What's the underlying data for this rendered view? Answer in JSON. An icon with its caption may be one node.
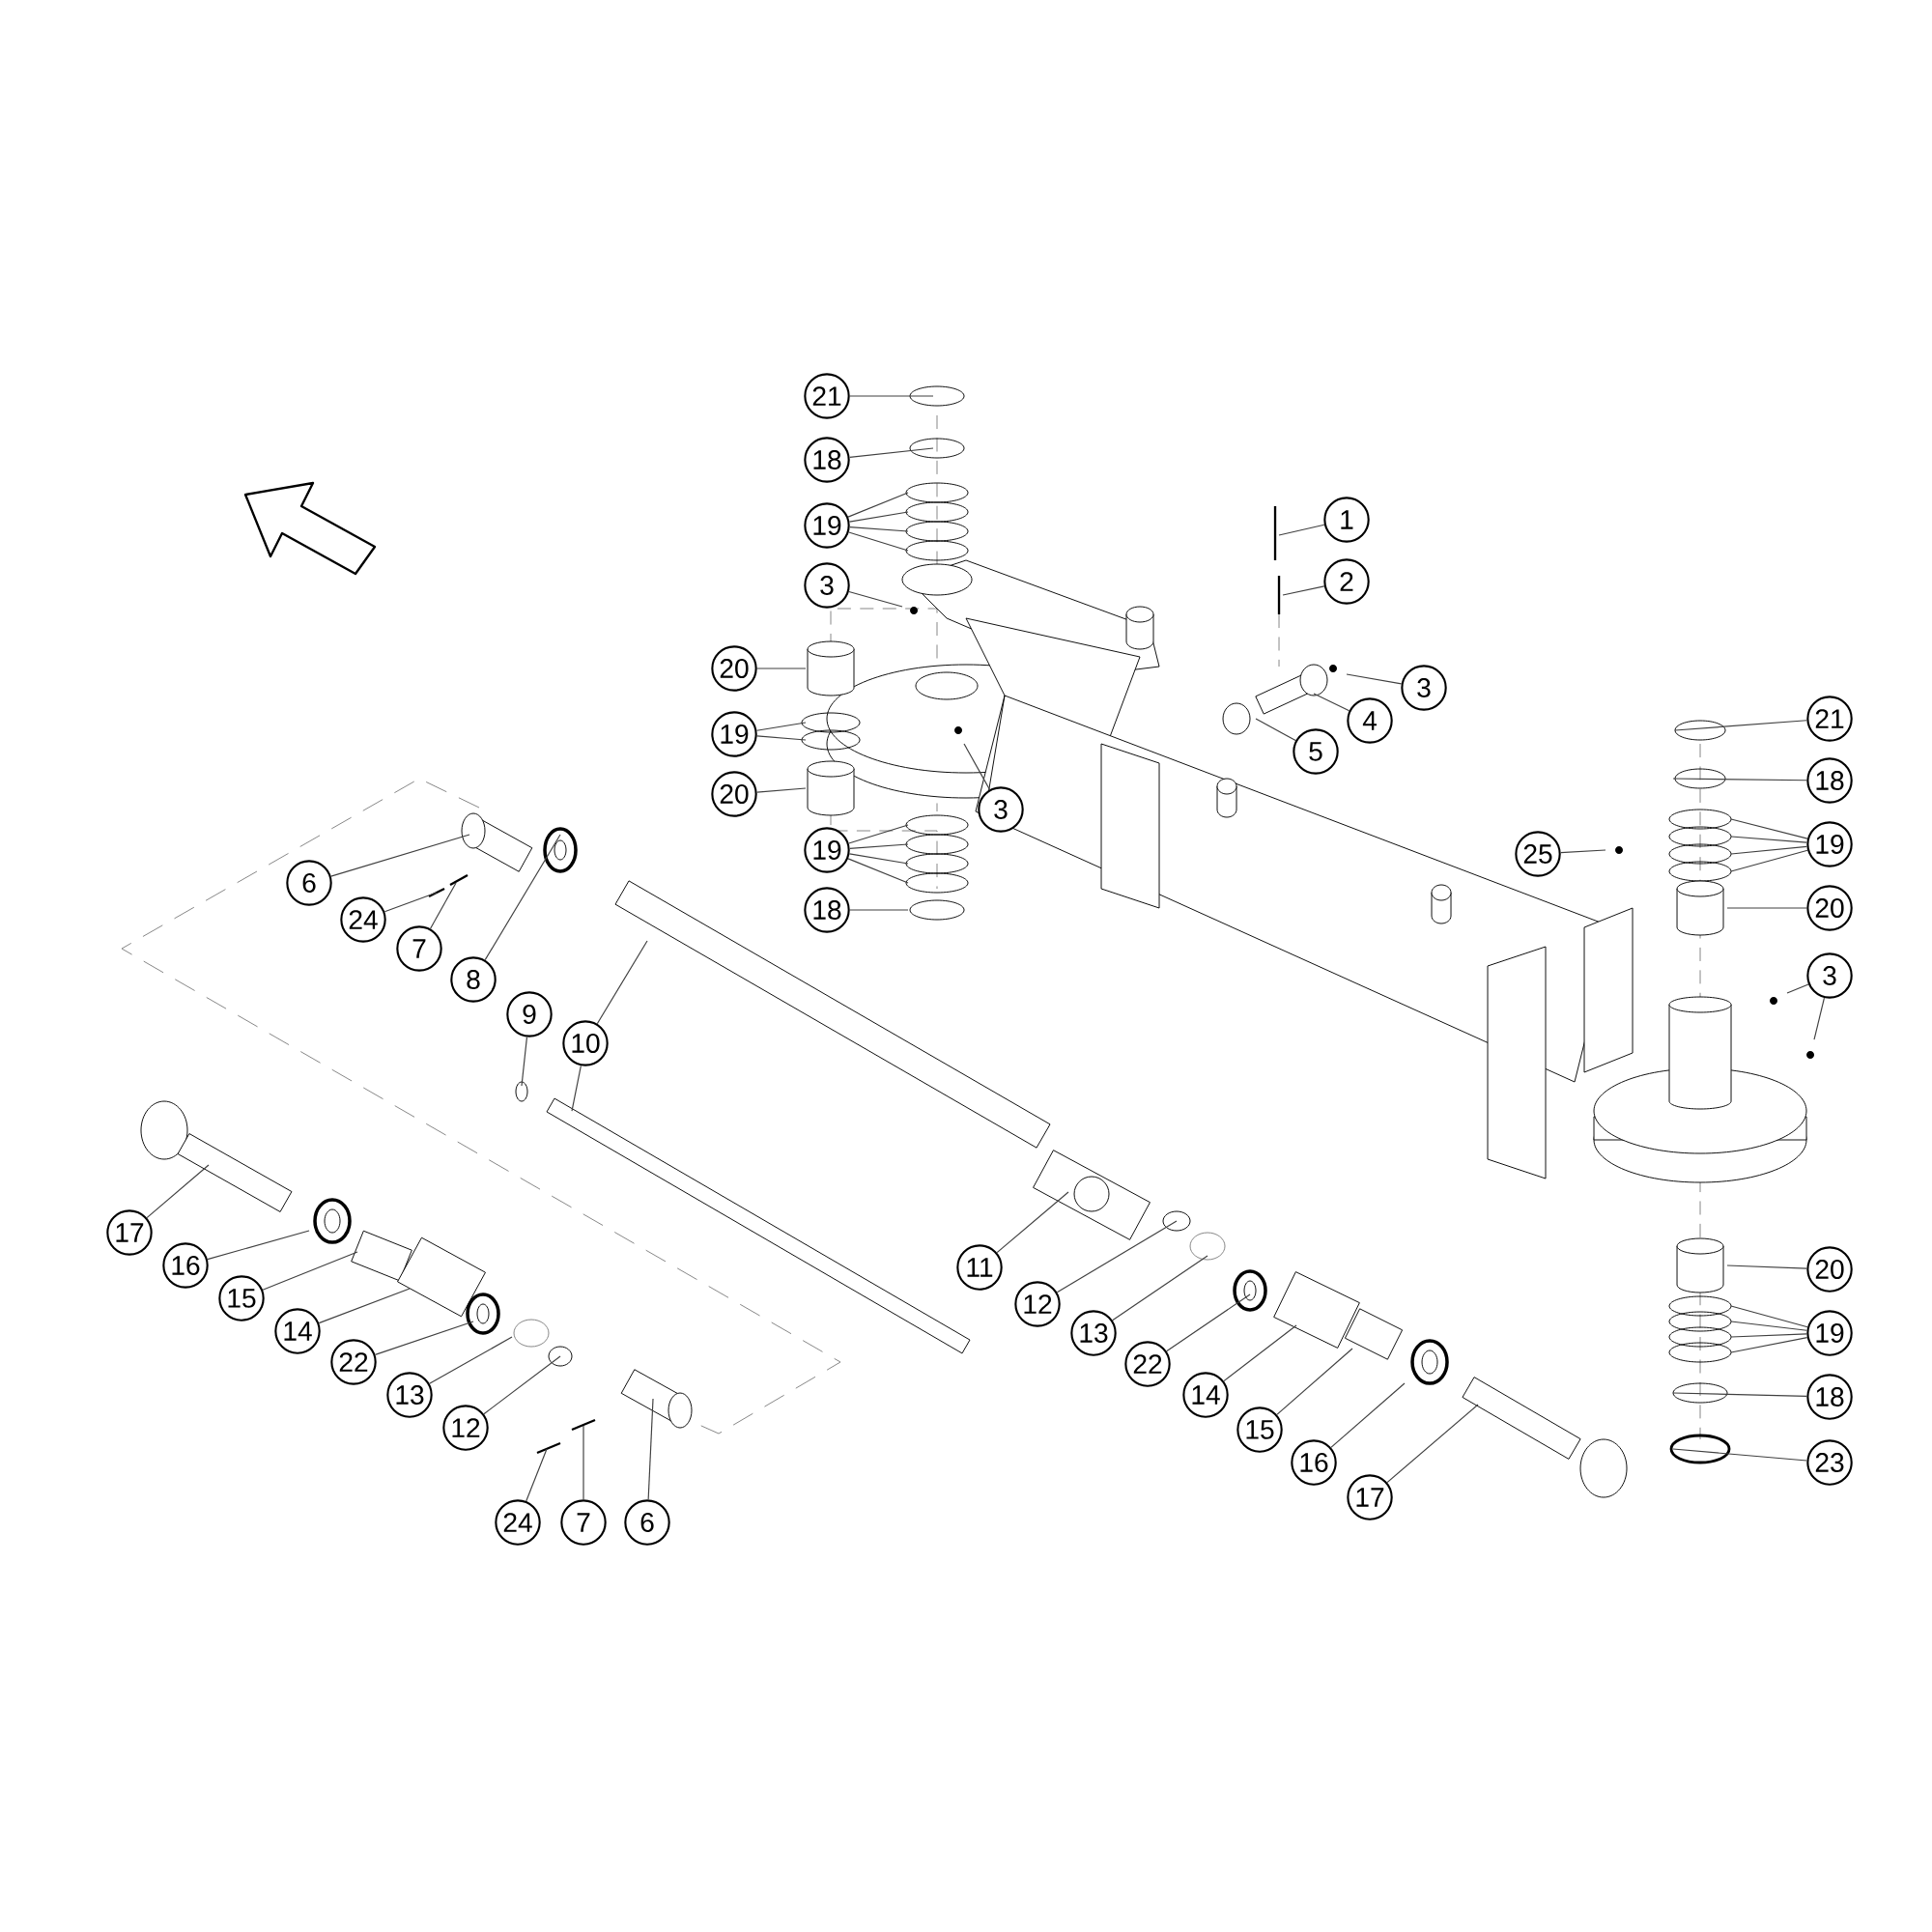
{
  "diagram": {
    "nodes": [
      {
        "text": [
          "21"
        ]
      },
      {
        "text": [
          "18"
        ]
      },
      {
        "text": [
          "1"
        ]
      },
      {
        "text": [
          "19"
        ]
      },
      {
        "text": [
          "2"
        ]
      },
      {
        "text": [
          "3"
        ]
      },
      {
        "text": [
          "20"
        ]
      },
      {
        "text": [
          "3"
        ]
      },
      {
        "text": [
          "4"
        ]
      },
      {
        "text": [
          "21"
        ]
      },
      {
        "text": [
          "19"
        ]
      },
      {
        "text": [
          "5"
        ]
      },
      {
        "text": [
          "18"
        ]
      },
      {
        "text": [
          "20"
        ]
      },
      {
        "text": [
          "3"
        ]
      },
      {
        "text": [
          "19"
        ]
      },
      {
        "text": [
          "19"
        ]
      },
      {
        "text": [
          "25"
        ]
      },
      {
        "text": [
          "6"
        ]
      },
      {
        "text": [
          "20"
        ]
      },
      {
        "text": [
          "18"
        ]
      },
      {
        "text": [
          "24"
        ]
      },
      {
        "text": [
          "7"
        ]
      },
      {
        "text": [
          "3"
        ]
      },
      {
        "text": [
          "8"
        ]
      },
      {
        "text": [
          "9"
        ]
      },
      {
        "text": [
          "10"
        ]
      },
      {
        "text": [
          "17"
        ]
      },
      {
        "text": [
          "16"
        ]
      },
      {
        "text": [
          "20"
        ]
      },
      {
        "text": [
          "11"
        ]
      },
      {
        "text": [
          "15"
        ]
      },
      {
        "text": [
          "12"
        ]
      },
      {
        "text": [
          "14"
        ]
      },
      {
        "text": [
          "13"
        ]
      },
      {
        "text": [
          "19"
        ]
      },
      {
        "text": [
          "22"
        ]
      },
      {
        "text": [
          "22"
        ]
      },
      {
        "text": [
          "13"
        ]
      },
      {
        "text": [
          "14"
        ]
      },
      {
        "text": [
          "18"
        ]
      },
      {
        "text": [
          "12"
        ]
      },
      {
        "text": [
          "15"
        ]
      },
      {
        "text": [
          "16"
        ]
      },
      {
        "text": [
          "23"
        ]
      },
      {
        "text": [
          "17"
        ]
      },
      {
        "text": [
          "24"
        ]
      },
      {
        "text": [
          "7"
        ]
      },
      {
        "text": [
          "6"
        ]
      }
    ],
    "edges": [
      {
        "from": 0,
        "to": null,
        "arrow": "none"
      },
      {
        "from": 1,
        "to": null,
        "arrow": "none"
      },
      {
        "from": 2,
        "to": null,
        "arrow": "none"
      },
      {
        "from": 3,
        "to": null,
        "arrow": "none"
      },
      {
        "from": 3,
        "to": null,
        "arrow": "none"
      },
      {
        "from": 3,
        "to": null,
        "arrow": "none"
      },
      {
        "from": 3,
        "to": null,
        "arrow": "none"
      },
      {
        "from": 4,
        "to": null,
        "arrow": "none"
      },
      {
        "from": 5,
        "to": null,
        "arrow": "none"
      },
      {
        "from": 6,
        "to": null,
        "arrow": "none"
      },
      {
        "from": 7,
        "to": null,
        "arrow": "none"
      },
      {
        "from": 8,
        "to": null,
        "arrow": "none"
      },
      {
        "from": 9,
        "to": null,
        "arrow": "none"
      },
      {
        "from": 10,
        "to": null,
        "arrow": "none"
      },
      {
        "from": 10,
        "to": null,
        "arrow": "none"
      },
      {
        "from": 11,
        "to": null,
        "arrow": "none"
      },
      {
        "from": 12,
        "to": null,
        "arrow": "none"
      },
      {
        "from": 13,
        "to": null,
        "arrow": "none"
      },
      {
        "from": 14,
        "to": null,
        "arrow": "none"
      },
      {
        "from": 15,
        "to": null,
        "arrow": "none"
      },
      {
        "from": 15,
        "to": null,
        "arrow": "none"
      },
      {
        "from": 15,
        "to": null,
        "arrow": "none"
      },
      {
        "from": 15,
        "to": null,
        "arrow": "none"
      },
      {
        "from": 16,
        "to": null,
        "arrow": "none"
      },
      {
        "from": 16,
        "to": null,
        "arrow": "none"
      },
      {
        "from": 16,
        "to": null,
        "arrow": "none"
      },
      {
        "from": 16,
        "to": null,
        "arrow": "none"
      },
      {
        "from": 17,
        "to": null,
        "arrow": "none"
      },
      {
        "from": 18,
        "to": null,
        "arrow": "none"
      },
      {
        "from": 19,
        "to": null,
        "arrow": "none"
      },
      {
        "from": 20,
        "to": null,
        "arrow": "none"
      },
      {
        "from": 21,
        "to": null,
        "arrow": "none"
      },
      {
        "from": 22,
        "to": null,
        "arrow": "none"
      },
      {
        "from": 23,
        "to": null,
        "arrow": "none"
      },
      {
        "from": 23,
        "to": null,
        "arrow": "none"
      },
      {
        "from": 24,
        "to": null,
        "arrow": "none"
      },
      {
        "from": 25,
        "to": null,
        "arrow": "none"
      },
      {
        "from": 26,
        "to": null,
        "arrow": "none"
      },
      {
        "from": 26,
        "to": null,
        "arrow": "none"
      },
      {
        "from": 27,
        "to": null,
        "arrow": "none"
      },
      {
        "from": 28,
        "to": null,
        "arrow": "none"
      },
      {
        "from": 29,
        "to": null,
        "arrow": "none"
      },
      {
        "from": 30,
        "to": null,
        "arrow": "none"
      },
      {
        "from": 31,
        "to": null,
        "arrow": "none"
      },
      {
        "from": 32,
        "to": null,
        "arrow": "none"
      },
      {
        "from": 33,
        "to": null,
        "arrow": "none"
      },
      {
        "from": 34,
        "to": null,
        "arrow": "none"
      },
      {
        "from": 35,
        "to": null,
        "arrow": "none"
      },
      {
        "from": 35,
        "to": null,
        "arrow": "none"
      },
      {
        "from": 35,
        "to": null,
        "arrow": "none"
      },
      {
        "from": 35,
        "to": null,
        "arrow": "none"
      },
      {
        "from": 36,
        "to": null,
        "arrow": "none"
      },
      {
        "from": 37,
        "to": null,
        "arrow": "none"
      },
      {
        "from": 38,
        "to": null,
        "arrow": "none"
      },
      {
        "from": 39,
        "to": null,
        "arrow": "none"
      },
      {
        "from": 40,
        "to": null,
        "arrow": "none"
      },
      {
        "from": 41,
        "to": null,
        "arrow": "none"
      },
      {
        "from": 42,
        "to": null,
        "arrow": "none"
      },
      {
        "from": 43,
        "to": null,
        "arrow": "none"
      },
      {
        "from": 44,
        "to": null,
        "arrow": "none"
      },
      {
        "from": 45,
        "to": null,
        "arrow": "none"
      },
      {
        "from": 46,
        "to": null,
        "arrow": "none"
      },
      {
        "from": 47,
        "to": null,
        "arrow": "none"
      },
      {
        "from": 48,
        "to": null,
        "arrow": "none"
      }
    ]
  }
}
